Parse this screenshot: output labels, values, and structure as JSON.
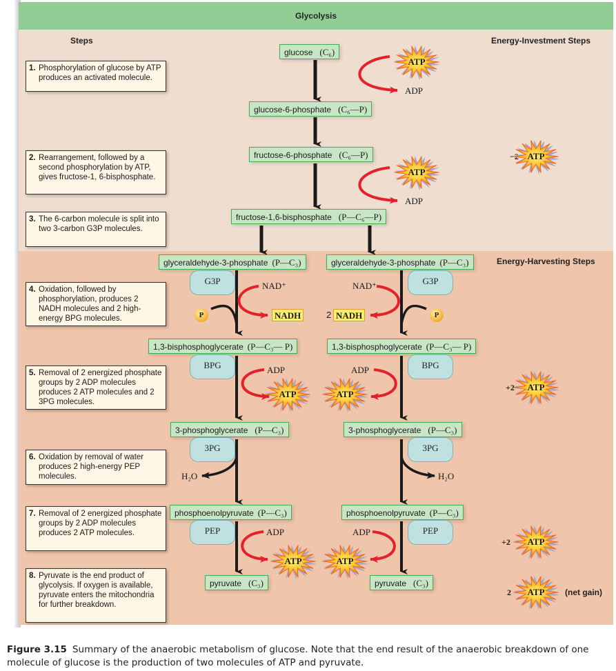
{
  "diagram": {
    "title": "Glycolysis",
    "headers": {
      "steps": "Steps",
      "energy_investment": "Energy-Investment Steps",
      "energy_harvesting": "Energy-Harvesting Steps"
    },
    "colors": {
      "header_green": "#91cc94",
      "investment_bg": "#efddcf",
      "harvesting_bg": "#efc5ab",
      "molecule_box": "#c8e6c5",
      "molecule_border": "#3fae4f",
      "abbreviation_box": "#bfe2e0",
      "red_arrow": "#e3212b",
      "step_box": "#fff6e6"
    },
    "steps": [
      {
        "num": "1.",
        "text": "Phosphorylation of glucose by ATP produces an activated molecule."
      },
      {
        "num": "2.",
        "text": "Rearrangement, followed by a second phosphorylation by ATP, gives fructose-1, 6-bisphosphate."
      },
      {
        "num": "3.",
        "text": "The 6-carbon molecule is split into two 3-carbon G3P molecules."
      },
      {
        "num": "4.",
        "text": "Oxidation, followed by phosphorylation, produces 2 NADH molecules and 2 high-energy BPG molecules."
      },
      {
        "num": "5.",
        "text": "Removal of 2 energized phosphate groups by 2 ADP molecules produces 2 ATP molecules and 2 3PG molecules."
      },
      {
        "num": "6.",
        "text": "Oxidation by removal of water produces 2 high-energy PEP molecules."
      },
      {
        "num": "7.",
        "text": "Removal of 2 energized phosphate groups by 2 ADP molecules produces 2 ATP molecules."
      },
      {
        "num": "8.",
        "text": "Pyruvate is the end product of glycolysis. If oxygen is available, pyruvate enters the mitochondria for further breakdown."
      }
    ],
    "molecules": {
      "glucose": {
        "name": "glucose",
        "formula": "(C₆)"
      },
      "g6p": {
        "name": "glucose-6-phosphate",
        "formula": "(C₆—P)"
      },
      "f6p": {
        "name": "fructose-6-phosphate",
        "formula": "(C₆—P)"
      },
      "f16bp": {
        "name": "fructose-1,6-bisphosphate",
        "formula": "(P—C₆—P)"
      },
      "g3p": {
        "name": "glyceraldehyde-3-phosphate",
        "formula": "(P—C₃)"
      },
      "bpg": {
        "name": "1,3-bisphosphoglycerate",
        "formula": "(P—C₃— P)"
      },
      "pg3": {
        "name": "3-phosphoglycerate",
        "formula": "(P—C₃)"
      },
      "pep": {
        "name": "phosphoenolpyruvate",
        "formula": "(P—C₃)"
      },
      "pyruvate": {
        "name": "pyruvate",
        "formula": "(C₃)"
      }
    },
    "abbreviations": {
      "g3p": "G3P",
      "bpg": "BPG",
      "pg3": "3PG",
      "pep": "PEP"
    },
    "labels": {
      "atp": "ATP",
      "adp": "ADP",
      "nad": "NAD⁺",
      "nadh": "NADH",
      "two_nadh_prefix": "2",
      "phosphate": "P",
      "water": "H₂O"
    },
    "energy_tally": {
      "investment": "−2",
      "harvest_1": "+2",
      "harvest_2": "+2",
      "net": "2",
      "net_label": "(net gain)"
    }
  },
  "caption": {
    "figure": "Figure 3.15",
    "text": "Summary of the anaerobic metabolism of glucose. Note that the end result of the anaerobic breakdown of one molecule of glucose is the production of two molecules of ATP and pyruvate."
  }
}
